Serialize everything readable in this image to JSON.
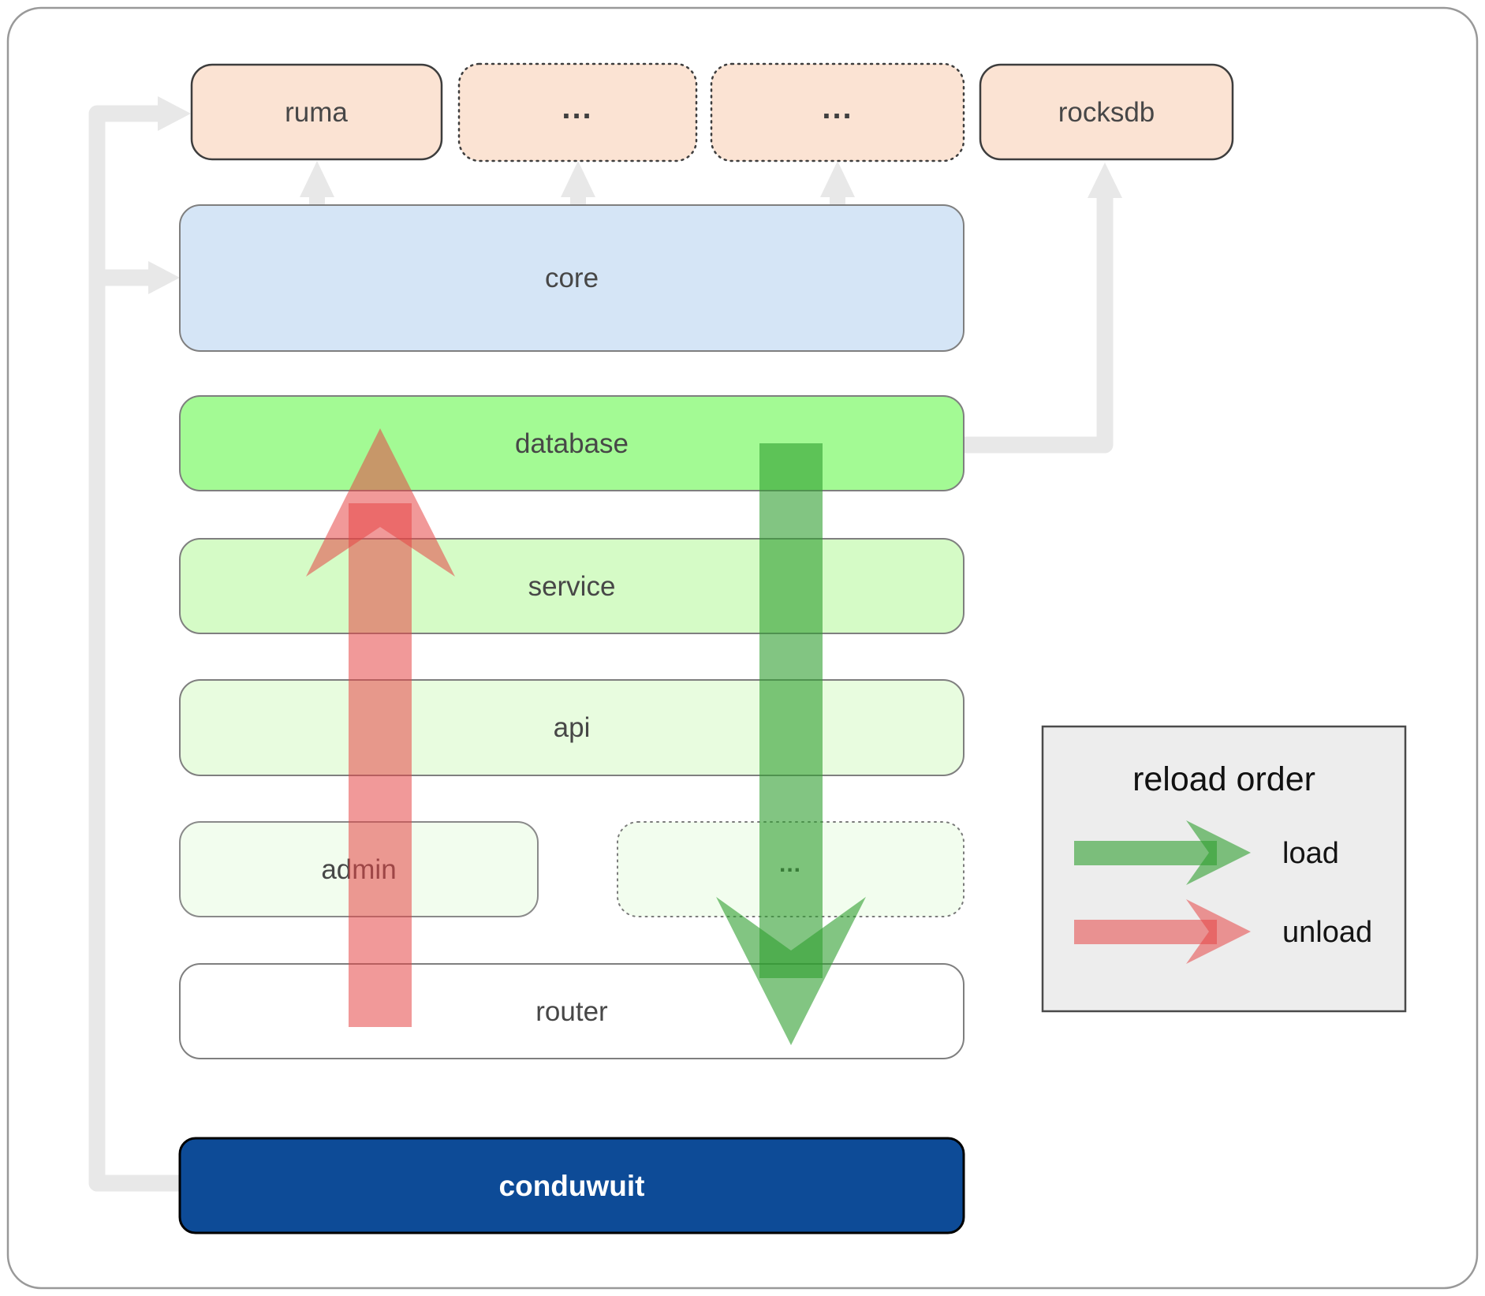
{
  "nodes": {
    "ruma": {
      "label": "ruma"
    },
    "extension1": {
      "label": "..."
    },
    "extension2": {
      "label": "..."
    },
    "rocksdb": {
      "label": "rocksdb"
    },
    "core": {
      "label": "core"
    },
    "database": {
      "label": "database"
    },
    "service": {
      "label": "service"
    },
    "api": {
      "label": "api"
    },
    "admin": {
      "label": "admin"
    },
    "admin_extension": {
      "label": "..."
    },
    "router": {
      "label": "router"
    },
    "conduwuit": {
      "label": "conduwuit"
    }
  },
  "legend": {
    "title": "reload order",
    "load_label": "load",
    "unload_label": "unload"
  },
  "colors": {
    "peach": "#fbe3d3",
    "core_blue": "#d5e5f6",
    "database_green": "#a3fa94",
    "service_green": "#d5fbc6",
    "api_green": "#e8fcdf",
    "admin_green": "#f2fdee",
    "router_white": "#ffffff",
    "conduwuit_blue": "#0d4b97",
    "load_arrow": "#2e9e2e",
    "unload_arrow": "#e64545",
    "connector_gray": "#e8e8e8",
    "legend_bg": "#ededed"
  }
}
